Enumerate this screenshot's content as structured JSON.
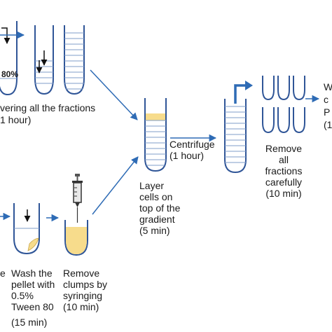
{
  "steps": {
    "layering": {
      "line1": "vering all the fractions",
      "line2": "1 hour)"
    },
    "gradient_tube": {
      "percent": "80%"
    },
    "layer_cells": {
      "line1": "Layer",
      "line2": "cells on",
      "line3": "top of the",
      "line4": "gradient",
      "line5": "(5 min)"
    },
    "centrifuge": {
      "line1": "Centrifuge",
      "line2": "(1 hour)"
    },
    "remove_fractions": {
      "line1": "Remove",
      "line2": "all",
      "line3": "fractions",
      "line4": "carefully",
      "line5": "(10 min)"
    },
    "wash": {
      "line1": "Wash the",
      "line2": "pellet with",
      "line3": "0.5%",
      "line4": "Tween 80",
      "line5": "(15 min)"
    },
    "remove_clumps": {
      "line1": "Remove",
      "line2": "clumps by",
      "line3": "syringing",
      "line4": "(10 min)"
    },
    "left_cut": {
      "line1": "e"
    },
    "right_cut": {
      "line1": "W",
      "line2": "c",
      "line3": "P",
      "line4": "(1"
    }
  },
  "colors": {
    "tube": "#2f5597",
    "arrow": "#2e6bb5",
    "pellet": "#f7dc8c",
    "fraction_line": "#7f9cc9",
    "pointer": "#111111"
  }
}
